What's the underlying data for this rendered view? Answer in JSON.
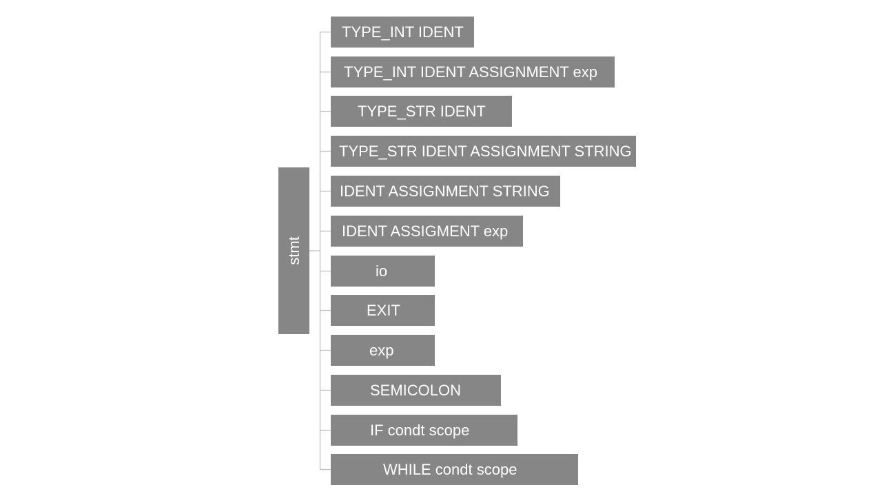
{
  "diagram": {
    "root": {
      "label": "stmt"
    },
    "children": [
      {
        "label": "TYPE_INT IDENT"
      },
      {
        "label": "TYPE_INT IDENT ASSIGNMENT exp"
      },
      {
        "label": "TYPE_STR  IDENT"
      },
      {
        "label": "TYPE_STR IDENT ASSIGNMENT STRING"
      },
      {
        "label": "IDENT ASSIGNMENT STRING"
      },
      {
        "label": "IDENT ASSIGMENT exp"
      },
      {
        "label": "io"
      },
      {
        "label": "EXIT"
      },
      {
        "label": "exp"
      },
      {
        "label": "SEMICOLON"
      },
      {
        "label": "IF condt scope"
      },
      {
        "label": "WHILE condt scope"
      }
    ],
    "colors": {
      "box_fill": "#868686",
      "box_text": "#ffffff",
      "connector": "#bfbfbf",
      "background": "#ffffff"
    }
  }
}
